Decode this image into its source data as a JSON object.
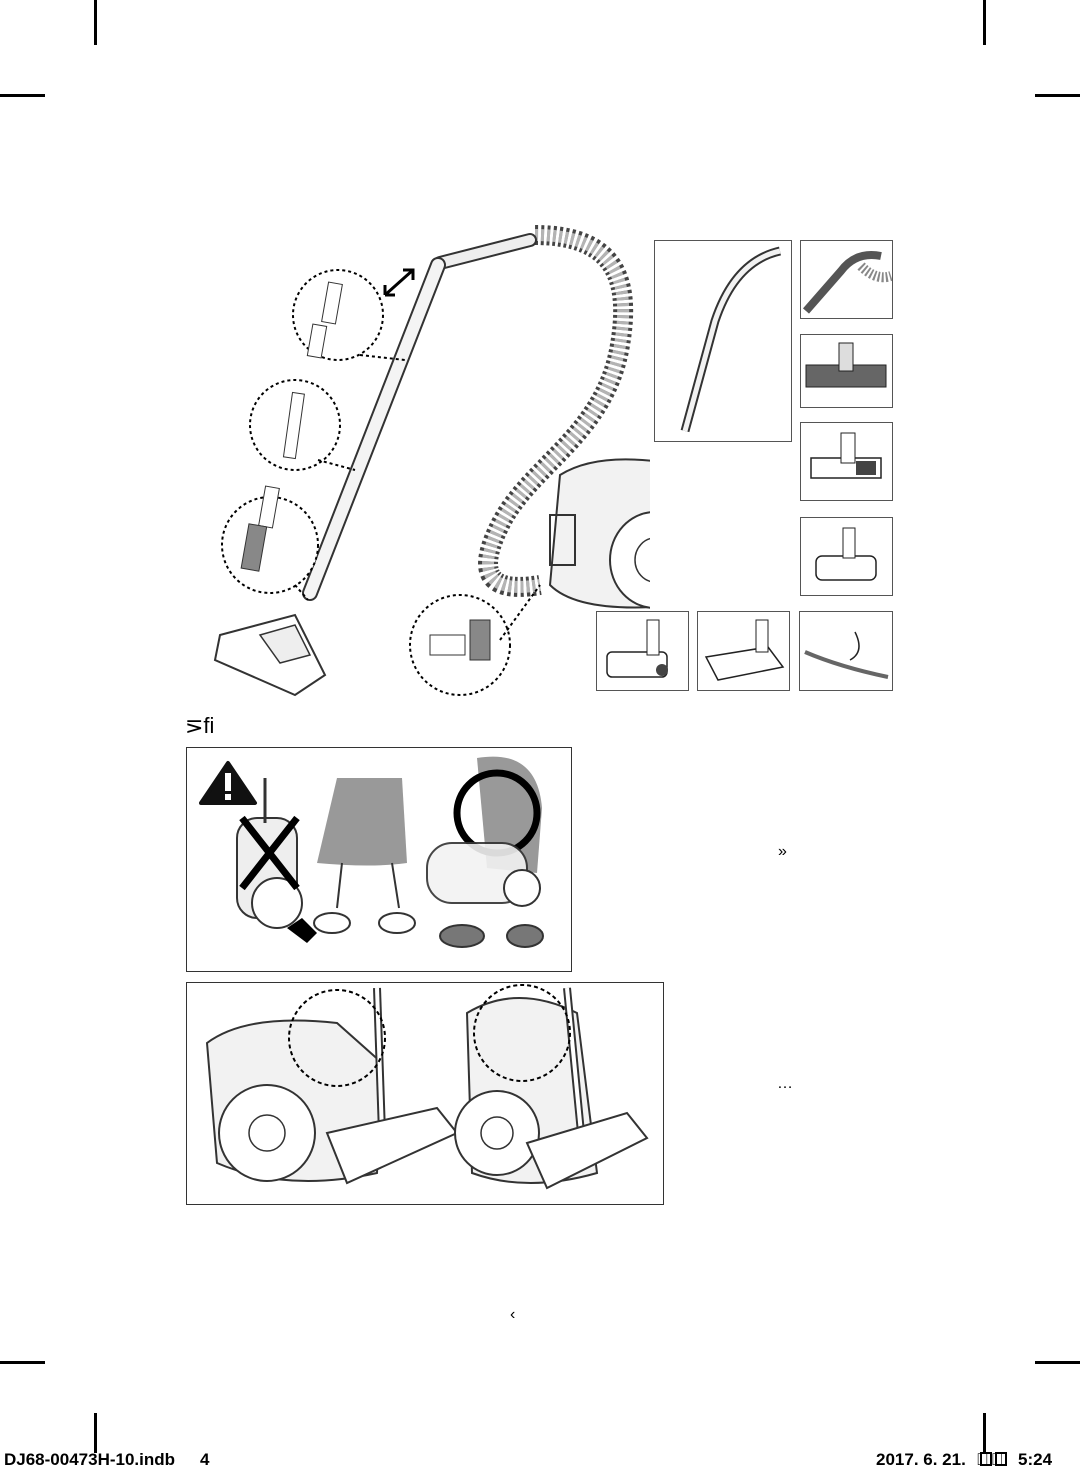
{
  "section_marker": "⋝ﬁ",
  "side_marks": {
    "warning_note": "»",
    "storage_note": "…"
  },
  "page_marker": "‹",
  "footer": {
    "file_name": "DJ68-00473H-10.indb",
    "page_number": "4",
    "timestamp": "2017. 6. 21.",
    "time_glyph": "\u0000\u0000",
    "time": "5:24"
  }
}
